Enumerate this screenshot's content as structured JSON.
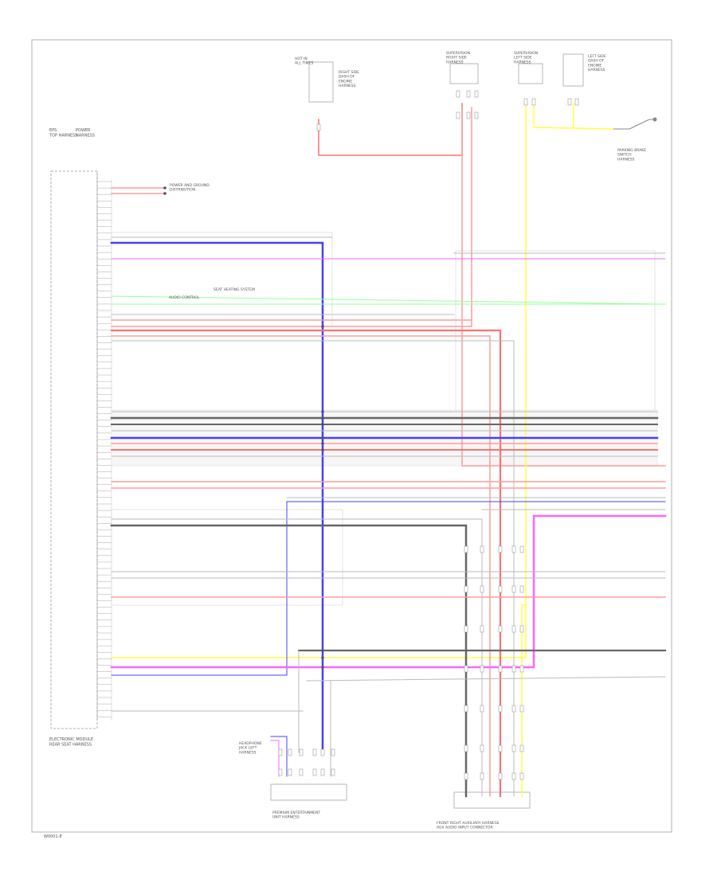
{
  "colors": {
    "red": "#ff9c9c",
    "red_strong": "#ff7070",
    "blue": "#4040ff",
    "black": "#666666",
    "grey": "#bbbbbb",
    "magenta": "#ff66ff",
    "yellow": "#ffff40",
    "green": "#99ff99",
    "frame": "#b0b0b0"
  },
  "labels": {
    "footer": "W0001-8",
    "left_top_a": "EPS\nTOP HARNESS",
    "left_top_b": "POWER\nHARNESS",
    "top_mid_a": "HOT IN\nALL TIMES",
    "top_mid_b": "RIGHT SIDE\nDASH OF\nENGINE\nHARNESS",
    "top_right_a": "SUPERVISION\nRIGHT SIDE\nHARNESS",
    "top_right_b": "SUPERVISION\nLEFT SIDE\nHARNESS",
    "top_right_c": "LEFT SIDE\nDASH OF\nENGINE\nHARNESS",
    "right_switch": "PARKING BRAKE\nSWITCH\nHARNESS",
    "left_bottom": "ELECTRONIC MODULE\nREAR SEAT HARNESS",
    "bottom_mid": "PREMIUM ENTERTAINMENT\nUNIT HARNESS",
    "bottom_mid_side": "HEADPHONE\nJACK LEFT\nHARNESS",
    "bottom_right": "FRONT RIGHT AUXILIARY HARNESS\nAUX AUDIO INPUT CONNECTOR",
    "pin_left_top": "NONE",
    "pin_right_top": "NONE",
    "callout_a": "POWER AND GROUND\nDISTRIBUTION",
    "callout_b": "SEAT HEATING SYSTEM",
    "callout_c": "AUDIO CONTROL"
  }
}
